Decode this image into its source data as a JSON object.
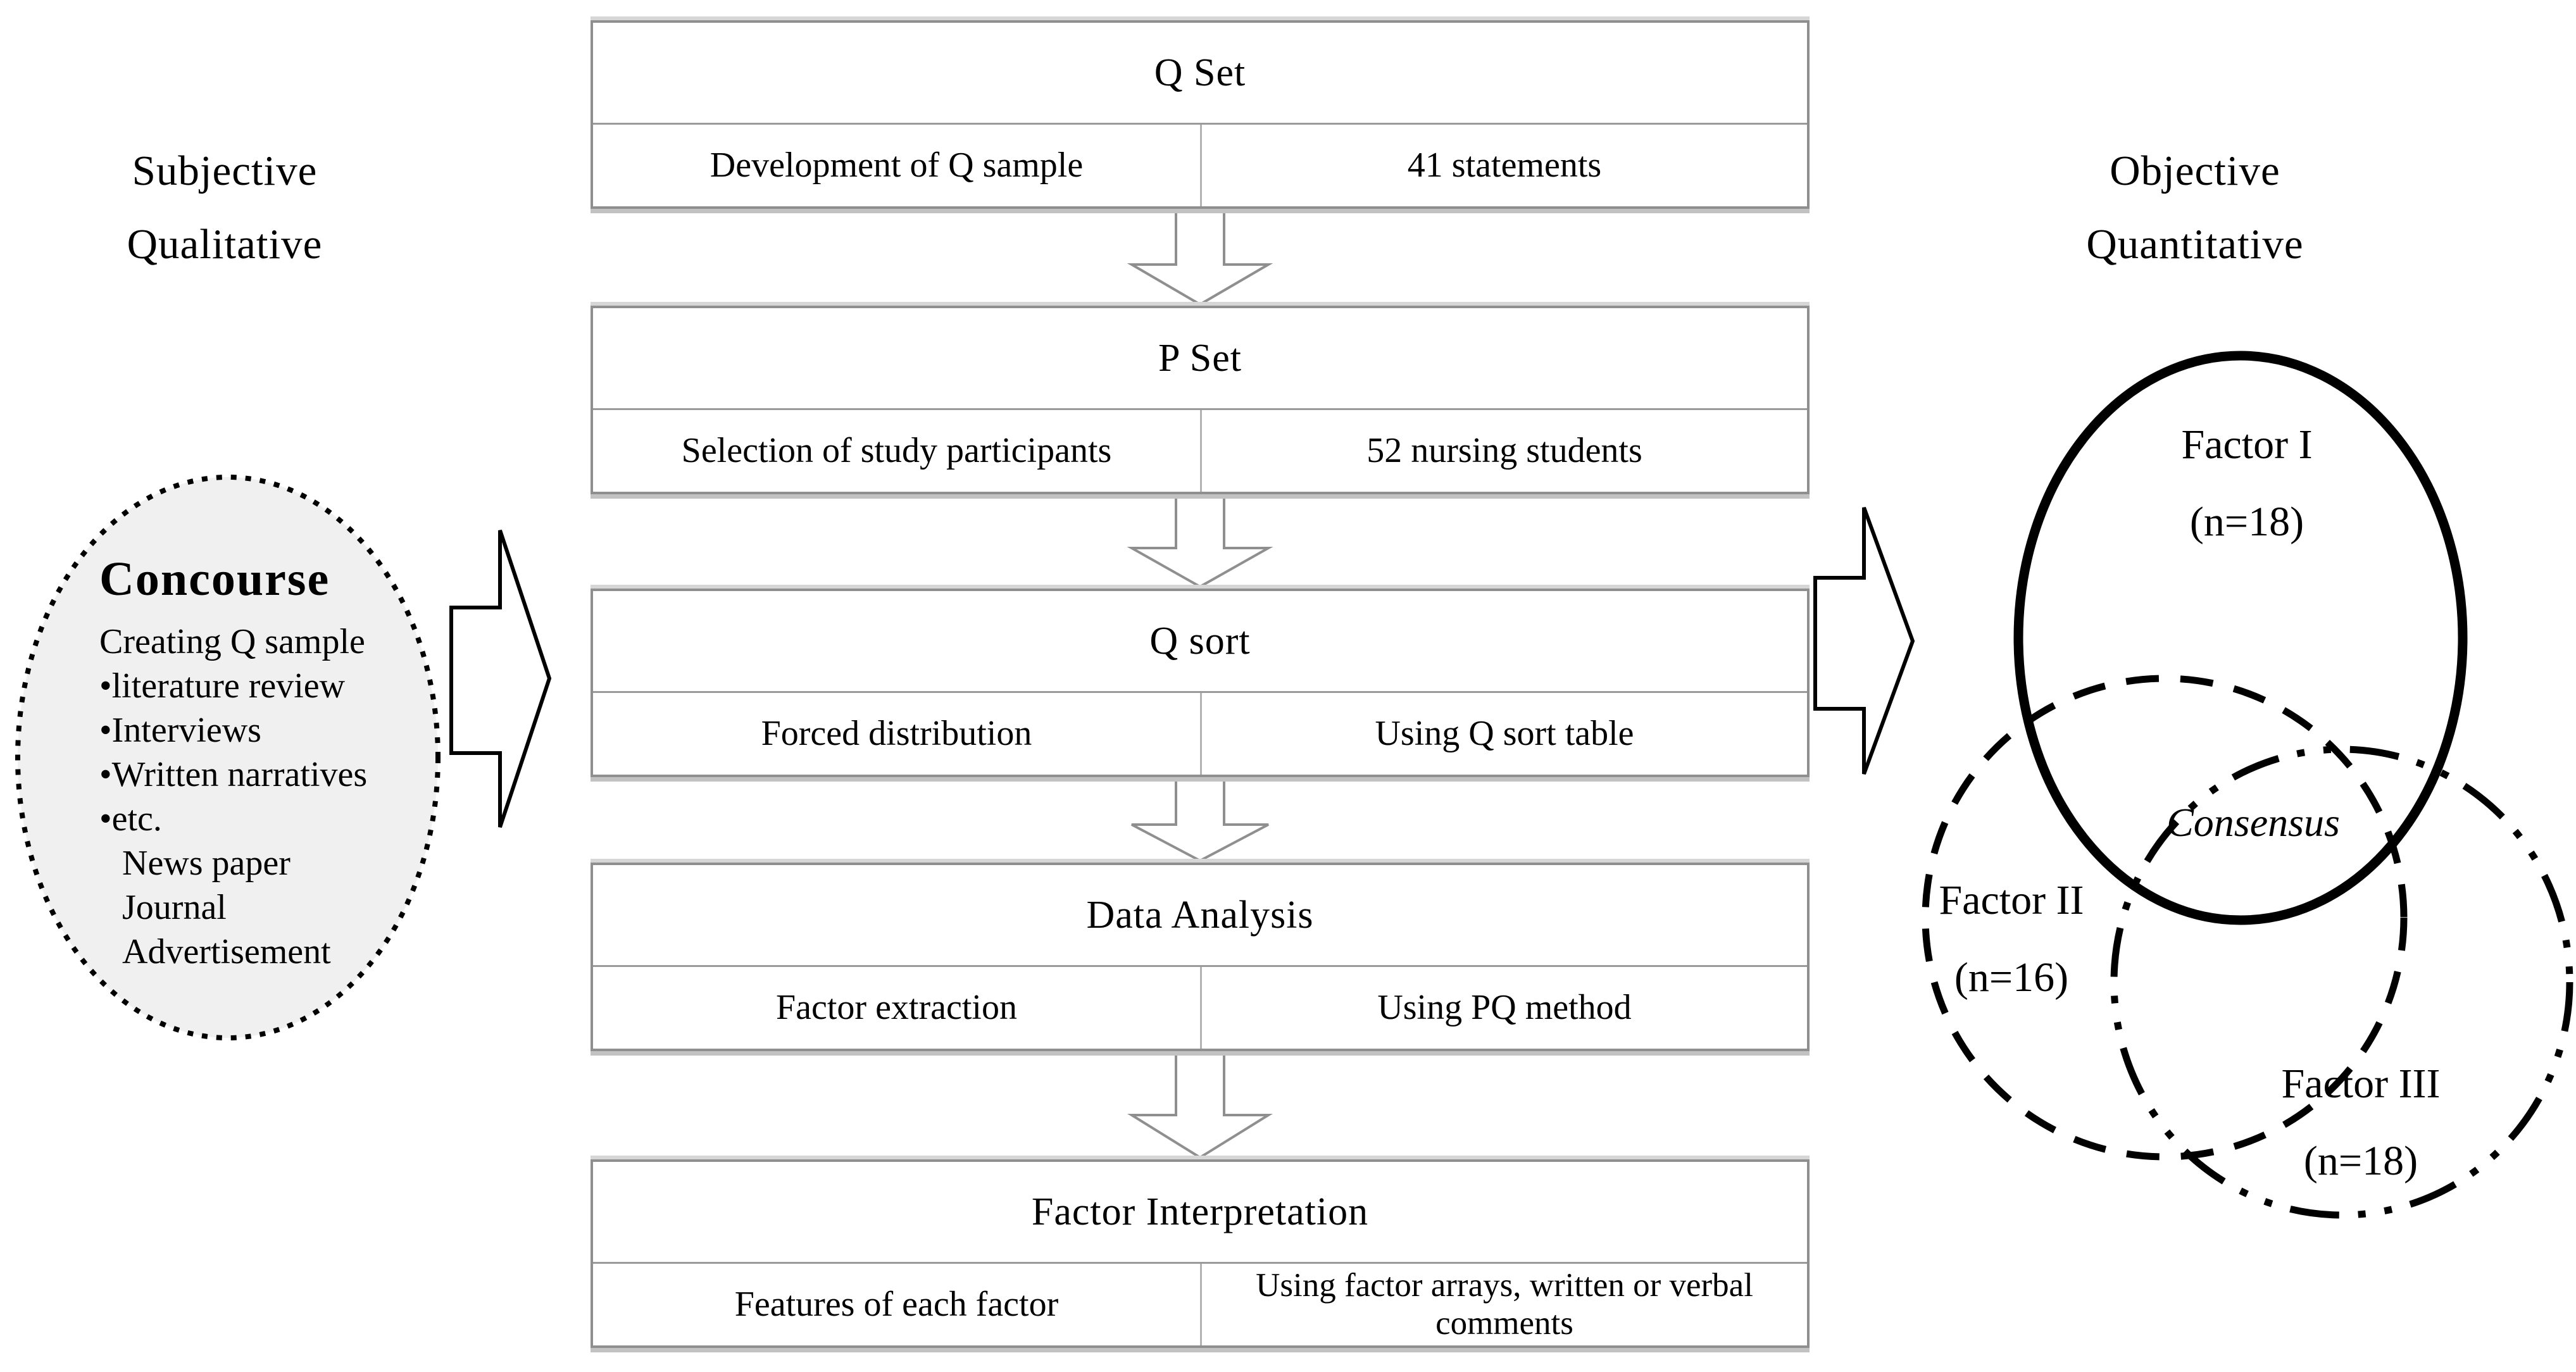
{
  "headers": {
    "left_line1": "Subjective",
    "left_line2": "Qualitative",
    "right_line1": "Objective",
    "right_line2": "Quantitative"
  },
  "concourse": {
    "title": "Concourse",
    "lines": [
      "Creating Q sample",
      "•literature review",
      "•Interviews",
      "•Written narratives",
      "•etc.",
      "News paper",
      "Journal",
      "Advertisement"
    ]
  },
  "flow": {
    "boxes": [
      {
        "title": "Q Set",
        "left": "Development of Q sample",
        "right": "41 statements"
      },
      {
        "title": "P Set",
        "left": "Selection of study participants",
        "right": "52 nursing students"
      },
      {
        "title": "Q sort",
        "left": "Forced distribution",
        "right": "Using Q sort table"
      },
      {
        "title": "Data Analysis",
        "left": "Factor extraction",
        "right": "Using PQ method"
      },
      {
        "title": "Factor Interpretation",
        "left": "Features of each factor",
        "right": "Using factor arrays, written or verbal comments"
      }
    ]
  },
  "venn": {
    "factor1": {
      "name": "Factor I",
      "n": "(n=18)"
    },
    "factor2": {
      "name": "Factor II",
      "n": "(n=16)"
    },
    "factor3": {
      "name": "Factor III",
      "n": "(n=18)"
    },
    "consensus": "Consensus"
  },
  "colors": {
    "ink": "#000000",
    "box_border": "#8f8f8f",
    "divider": "#9a9a9a",
    "v_divider": "#b3b3b3",
    "shadow": "#c2c2c2",
    "arrow_outline": "#8f8f8f",
    "ellipse_fill": "#f0f0f0",
    "paper": "#ffffff"
  }
}
